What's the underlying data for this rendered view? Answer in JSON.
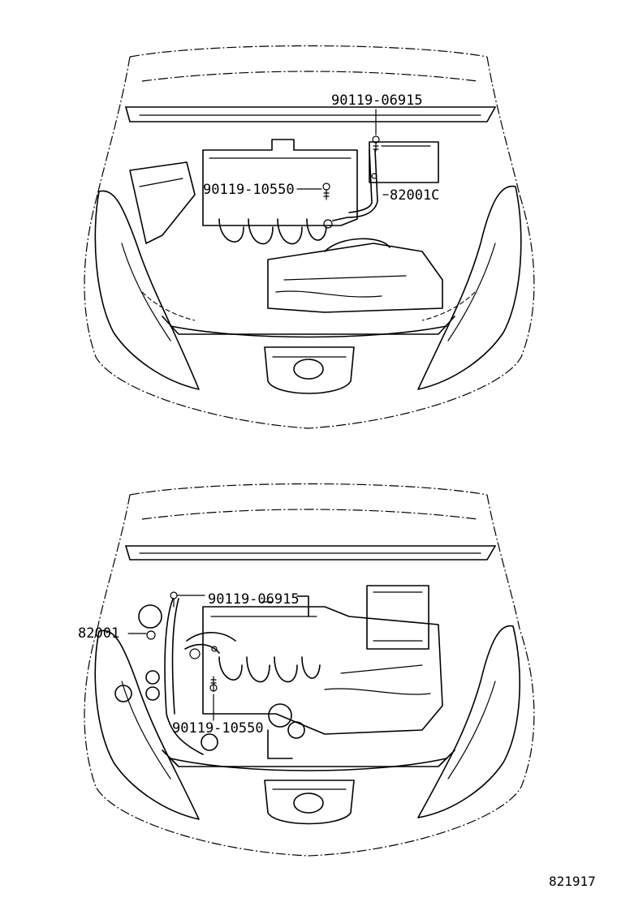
{
  "diagram_id": "821917",
  "views": [
    {
      "parts": [
        {
          "part_number": "90119-06915"
        },
        {
          "part_number": "90119-10550"
        },
        {
          "part_number": "82001C"
        }
      ]
    },
    {
      "parts": [
        {
          "part_number": "90119-06915"
        },
        {
          "part_number": "82001"
        },
        {
          "part_number": "90119-10550"
        }
      ]
    }
  ]
}
